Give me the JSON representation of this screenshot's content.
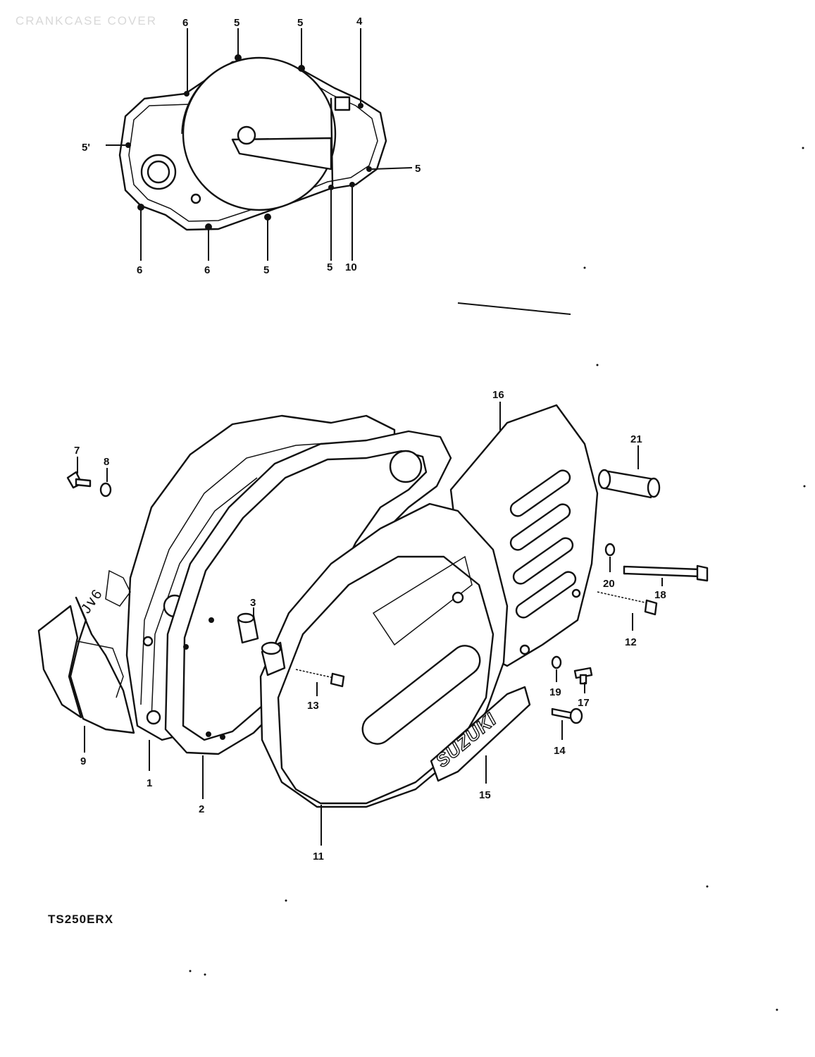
{
  "header": {
    "title": "CRANKCASE COVER"
  },
  "model_code": "TS250ERX",
  "brand_mark": "SUZUKI",
  "top_view_callouts": [
    "6",
    "5",
    "5",
    "4",
    "5'",
    "5",
    "6",
    "6",
    "5",
    "5",
    "10"
  ],
  "exploded_view_callouts": [
    "16",
    "21",
    "7",
    "8",
    "20",
    "18",
    "3",
    "12",
    "13",
    "19",
    "17",
    "9",
    "1",
    "2",
    "14",
    "15",
    "11"
  ]
}
